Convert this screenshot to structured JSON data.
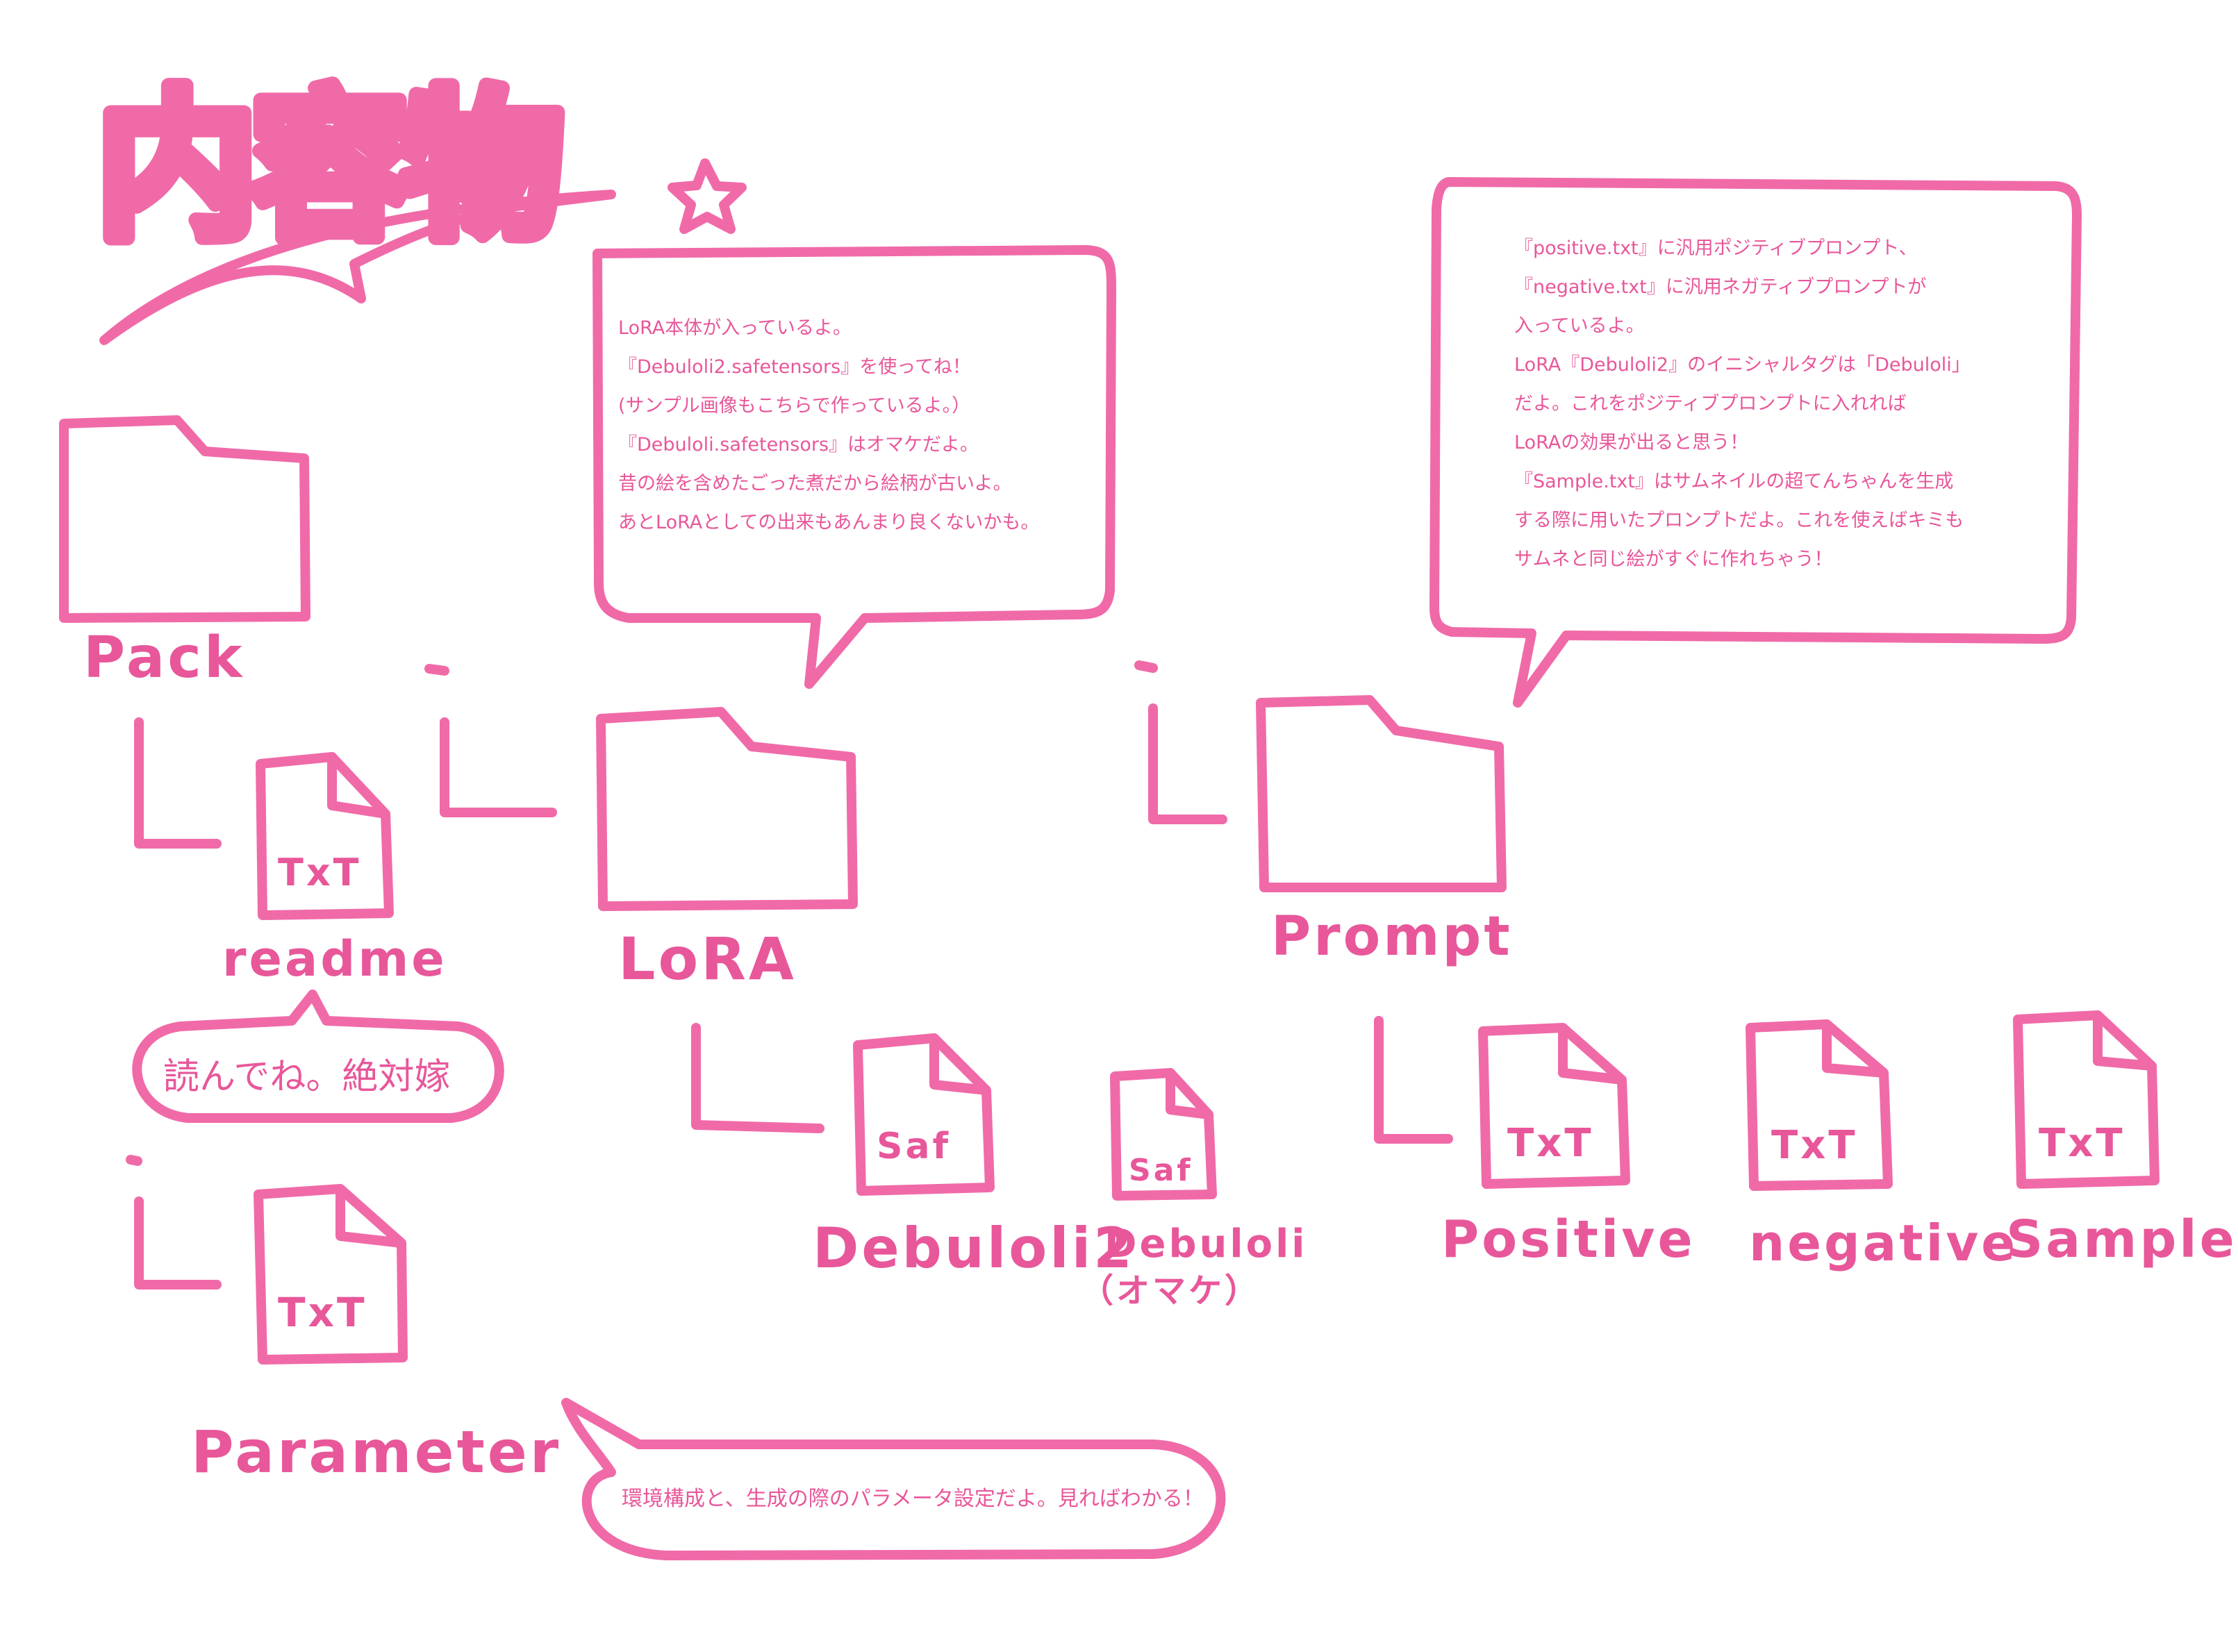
{
  "colors": {
    "stroke": "#f06aa8",
    "text": "#e8579a"
  },
  "title": "内容物",
  "folders": {
    "pack": "Pack",
    "lora": "LoRA",
    "prompt": "Prompt"
  },
  "files": {
    "readme": {
      "name": "readme",
      "ext": "TxT"
    },
    "parameter": {
      "name": "Parameter",
      "ext": "TxT"
    },
    "debuloli2": {
      "name": "Debuloli2",
      "ext": "Saf"
    },
    "debuloli": {
      "name": "Debuloli",
      "note": "（オマケ）",
      "ext": "Saf"
    },
    "positive": {
      "name": "Positive",
      "ext": "TxT"
    },
    "negative": {
      "name": "negative",
      "ext": "TxT"
    },
    "sample": {
      "name": "Sample",
      "ext": "TxT"
    }
  },
  "bubbles": {
    "readme": "読んでね。絶対嫁",
    "parameter": "環境構成と、生成の際のパラメータ設定だよ。見ればわかる！",
    "lora": [
      "LoRA本体が入っているよ。",
      "『Debuloli2.safetensors』を使ってね！",
      "(サンプル画像もこちらで作っているよ。）",
      "『Debuloli.safetensors』はオマケだよ。",
      "昔の絵を含めたごった煮だから絵柄が古いよ。",
      "あとLoRAとしての出来もあんまり良くないかも。"
    ],
    "prompt": [
      "『positive.txt』に汎用ポジティブプロンプト、",
      "『negative.txt』に汎用ネガティブプロンプトが",
      "入っているよ。",
      "LoRA『Debuloli2』のイニシャルタグは「Debuloli」",
      "だよ。これをポジティブプロンプトに入れれば",
      "LoRAの効果が出ると思う！",
      "『Sample.txt』はサムネイルの超てんちゃんを生成",
      "する際に用いたプロンプトだよ。これを使えばキミも",
      "サムネと同じ絵がすぐに作れちゃう！"
    ]
  }
}
